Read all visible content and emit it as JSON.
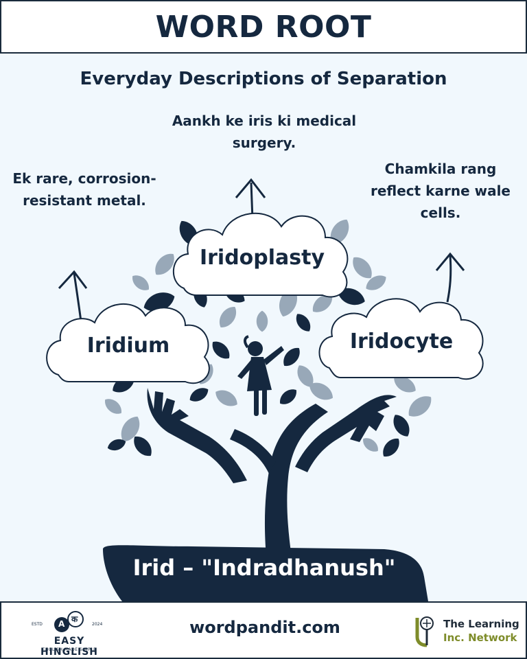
{
  "header": {
    "title": "WORD ROOT"
  },
  "subtitle": "Everyday Descriptions of Separation",
  "words": [
    {
      "word": "Iridium",
      "meaning": "Ek rare, corrosion-resistant metal."
    },
    {
      "word": "Iridoplasty",
      "meaning": "Aankh ke iris ki medical surgery."
    },
    {
      "word": "Iridocyte",
      "meaning": "Chamkila rang reflect karne wale cells."
    }
  ],
  "root": {
    "label": "Irid – \"Indradhanush\""
  },
  "footer": {
    "site": "wordpandit.com",
    "left_logo": {
      "estd": "ESTD",
      "year": "2024",
      "badge_a": "A",
      "badge_b": "क",
      "brand": "EASY HINGLISH",
      "tagline": "ENGLISH MADE SIMPLE"
    },
    "right_logo": {
      "line1": "The Learning",
      "line2": "Inc. Network"
    }
  },
  "colors": {
    "navy": "#15283f",
    "background": "#f1f8fd",
    "leaf_gray": "#98a8b8",
    "accent_green": "#7e8c2a"
  }
}
